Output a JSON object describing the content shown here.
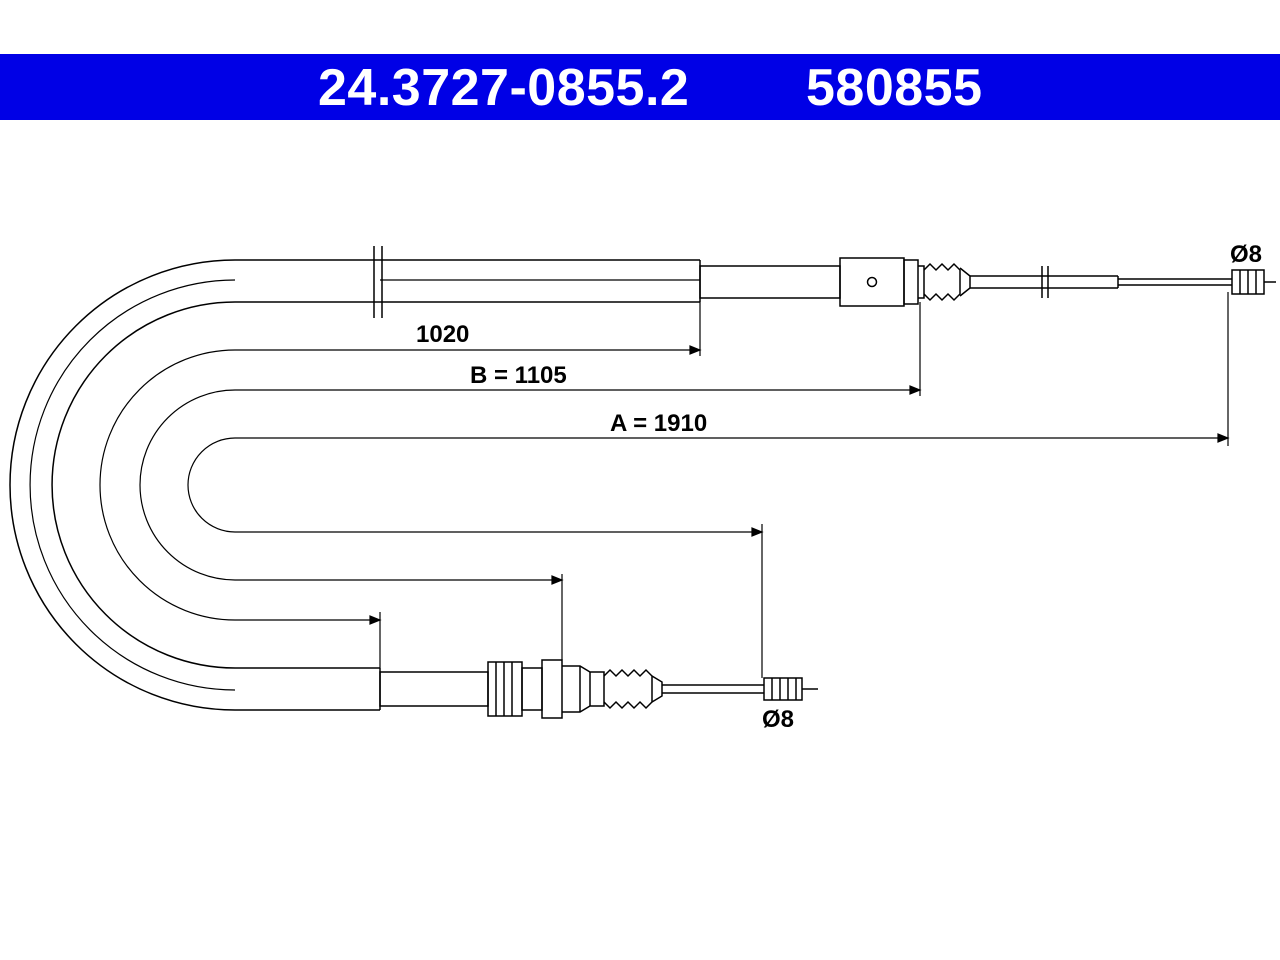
{
  "header": {
    "part_number": "24.3727-0855.2",
    "reference_number": "580855",
    "background_color": "#0000e6",
    "text_color": "#ffffff"
  },
  "dimensions": {
    "sheath_length": "1020",
    "dim_b": "B = 1105",
    "dim_a": "A = 1910"
  },
  "fittings": {
    "top_end_diameter": "Ø8",
    "bottom_end_diameter": "Ø8"
  }
}
